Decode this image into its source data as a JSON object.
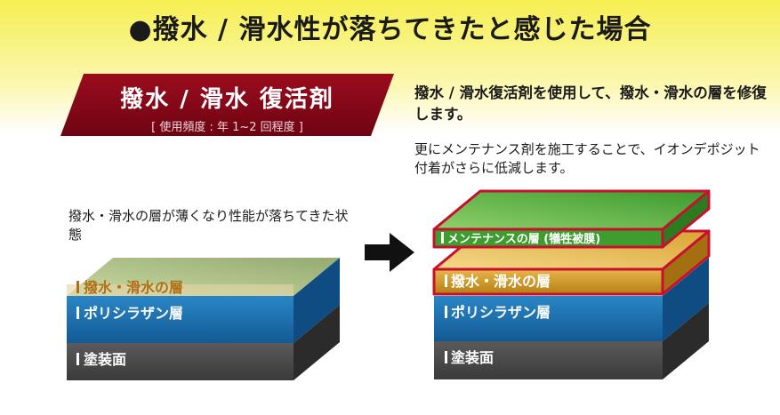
{
  "heading": "●撥水 / 滑水性が落ちてきたと感じた場合",
  "banner": {
    "title": "撥水 / 滑水 復活剤",
    "subtitle": "[ 使用頻度 : 年 1~2 回程度 ]"
  },
  "description": {
    "bold": "撥水 / 滑水復活剤を使用して、撥水・滑水の層を修復します。",
    "normal": "更にメンテナンス剤を施工することで、イオンデポジット付着がさらに低減します。"
  },
  "left_diagram": {
    "caption": "撥水・滑水の層が薄くなり性能が落ちてきた状態",
    "layers": {
      "coat": "撥水・滑水の層",
      "polysilazane": "ポリシラザン層",
      "paint": "塗装面"
    }
  },
  "right_diagram": {
    "layers": {
      "maintenance": "メンテナンスの層 (犠牲被膜)",
      "coat": "撥水・滑水の層",
      "polysilazane": "ポリシラザン層",
      "paint": "塗装面"
    }
  },
  "colors": {
    "banner": "#8a0a1b",
    "layer_green": "#4aa838",
    "layer_orange": "#d49a22",
    "layer_blue": "#1d6fae",
    "layer_gray": "#4a4a4a",
    "border_red": "#c8102e"
  },
  "icons": {
    "arrow": "right-arrow-icon"
  }
}
